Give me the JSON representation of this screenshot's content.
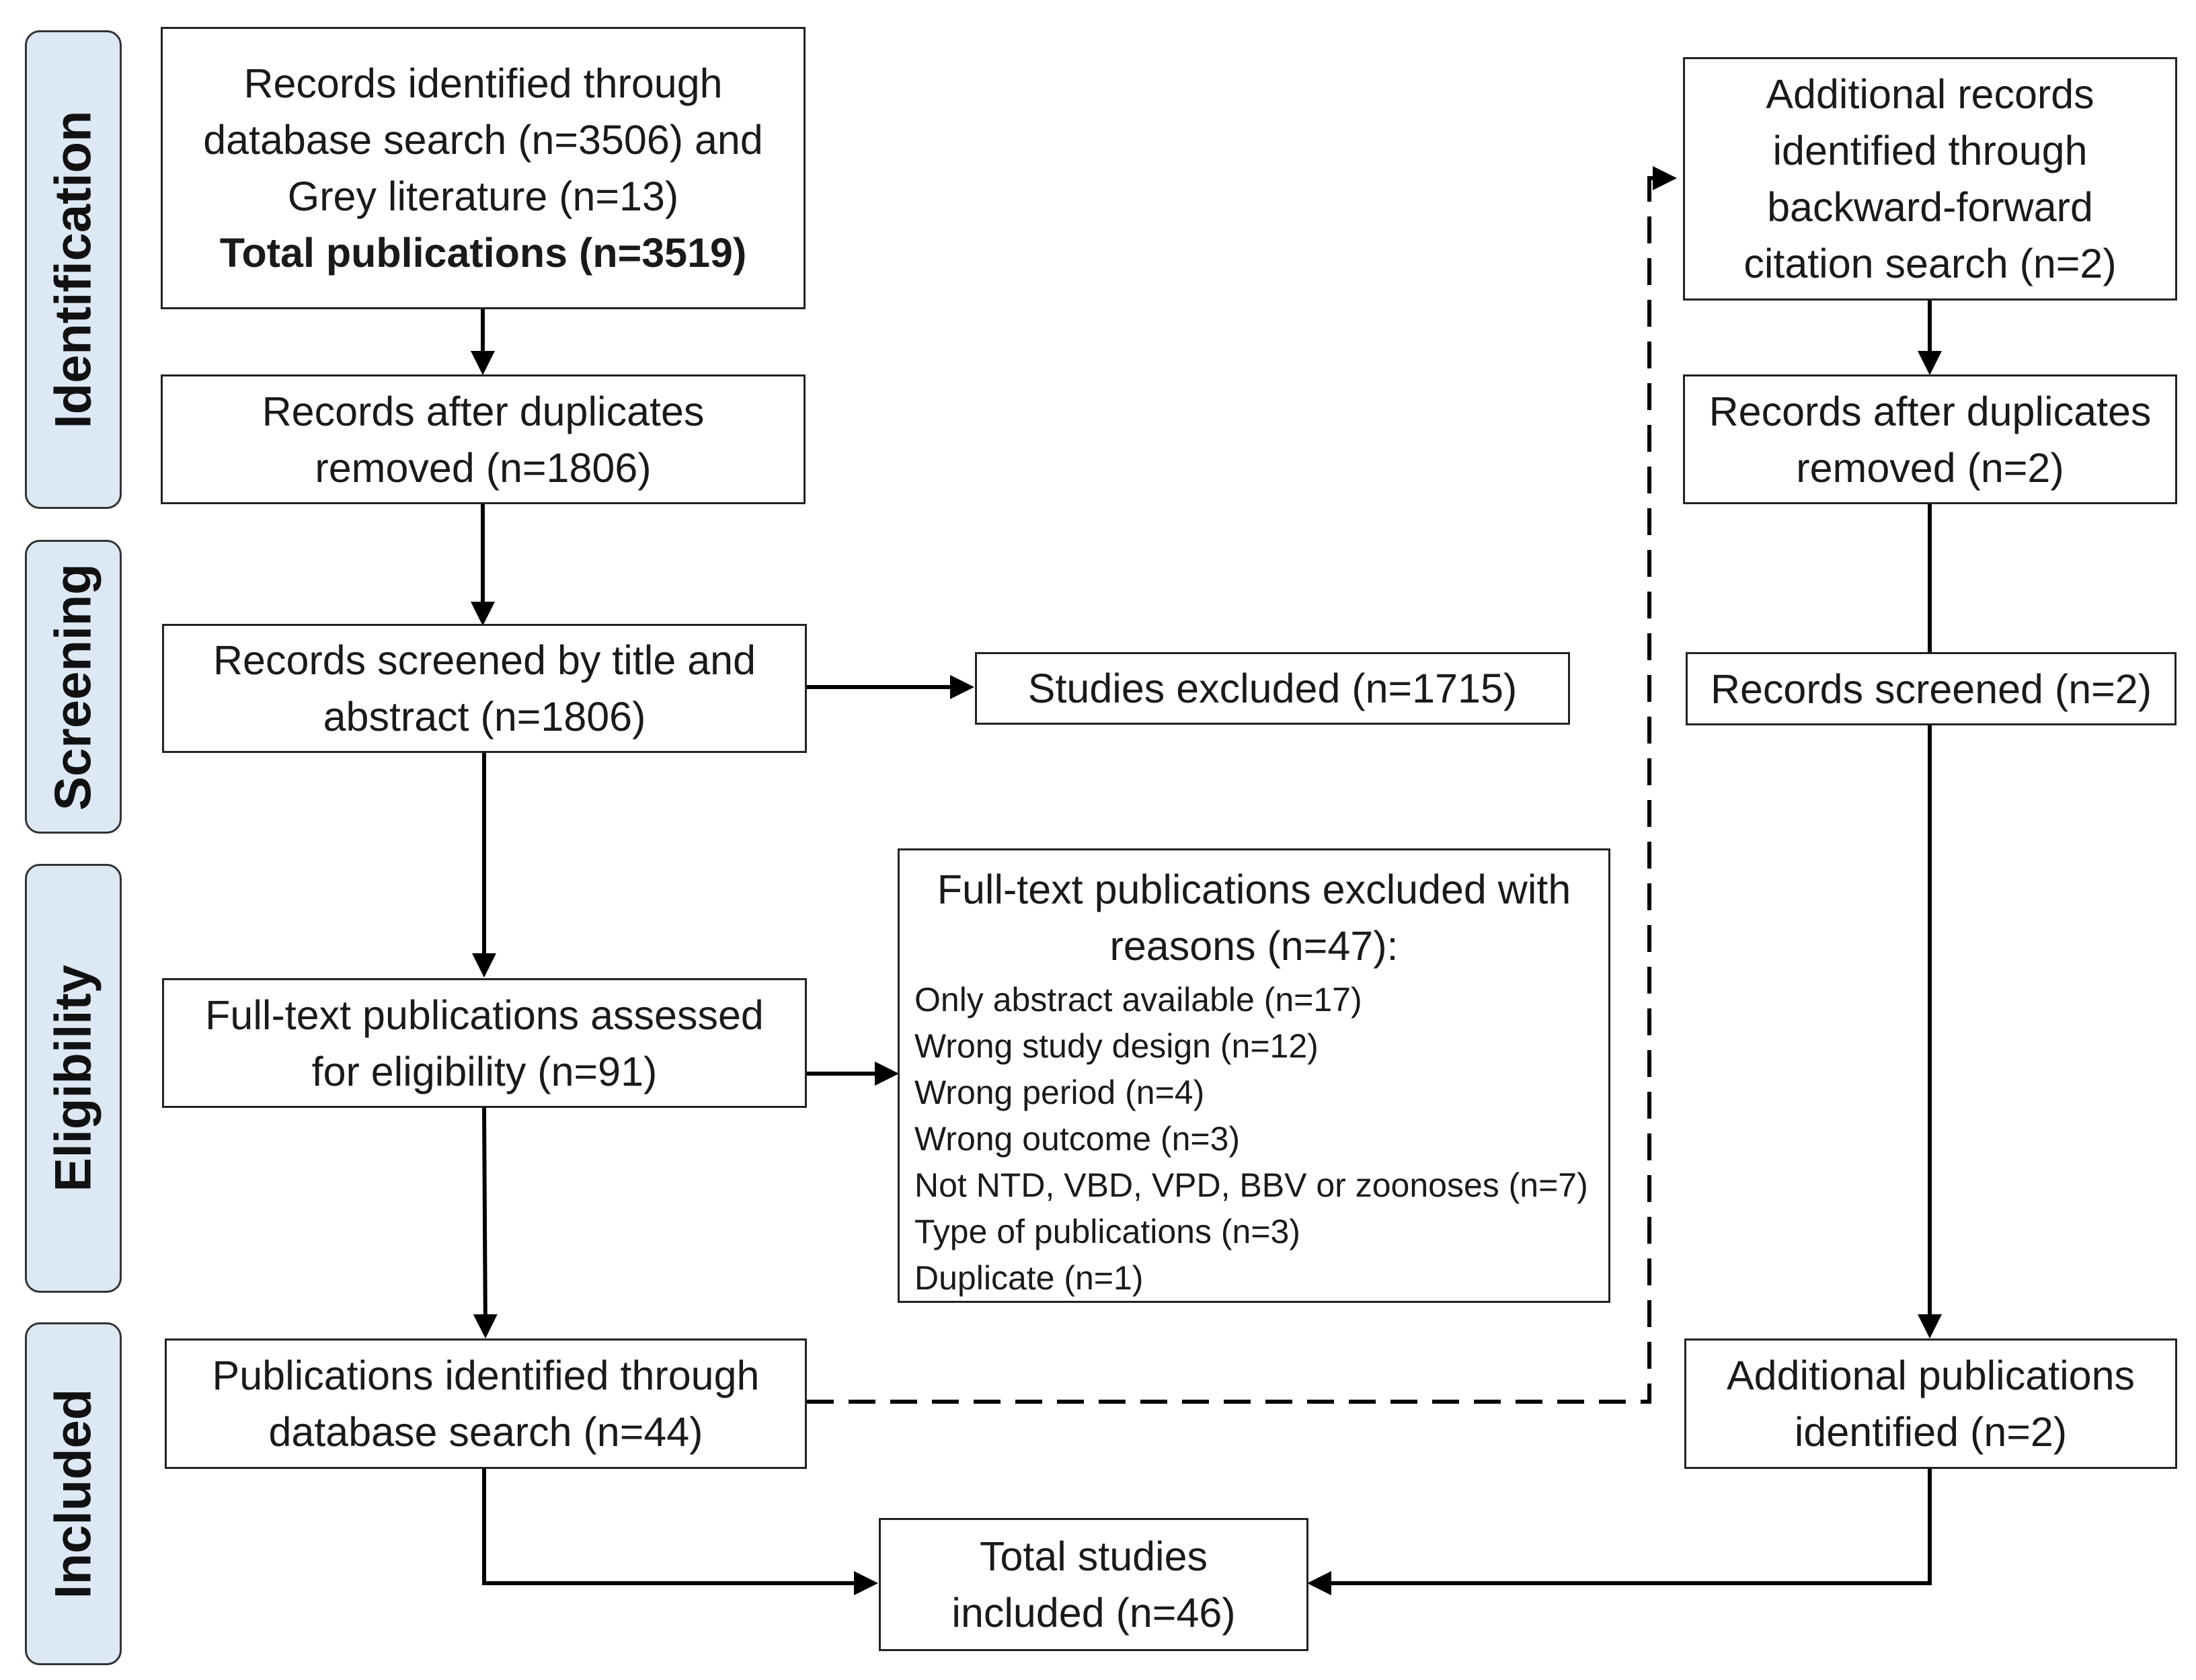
{
  "phases": {
    "identification": "Identification",
    "screening": "Screening",
    "eligibility": "Eligibility",
    "included": "Included"
  },
  "left_column": {
    "identified": {
      "line1": "Records identified through",
      "line2": "database search (n=3506) and",
      "line3": "Grey literature (n=13)",
      "line4_bold": "Total publications (n=3519)"
    },
    "after_duplicates": {
      "line1": "Records after duplicates",
      "line2": "removed (n=1806)"
    },
    "screened": {
      "line1": "Records screened by title and",
      "line2": "abstract (n=1806)"
    },
    "full_text_assessed": {
      "line1": "Full-text publications assessed",
      "line2": "for eligibility (n=91)"
    },
    "db_publications": {
      "line1": "Publications identified through",
      "line2": "database search (n=44)"
    }
  },
  "middle_column": {
    "studies_excluded": "Studies excluded (n=1715)",
    "full_text_excluded": {
      "title_line1": "Full-text publications excluded with",
      "title_line2": "reasons (n=47):",
      "reasons": [
        "Only abstract available (n=17)",
        "Wrong study design (n=12)",
        "Wrong period (n=4)",
        "Wrong outcome (n=3)",
        "Not NTD, VBD, VPD, BBV or zoonoses (n=7)",
        "Type of publications (n=3)",
        "Duplicate (n=1)"
      ]
    },
    "total_included": {
      "line1": "Total studies",
      "line2": "included (n=46)"
    }
  },
  "right_column": {
    "additional_records": {
      "line1": "Additional records",
      "line2": "identified through",
      "line3": "backward-forward",
      "line4": "citation search (n=2)"
    },
    "after_duplicates": {
      "line1": "Records after duplicates",
      "line2": "removed (n=2)"
    },
    "screened": "Records screened (n=2)",
    "additional_publications": {
      "line1": "Additional publications",
      "line2": "identified (n=2)"
    }
  }
}
